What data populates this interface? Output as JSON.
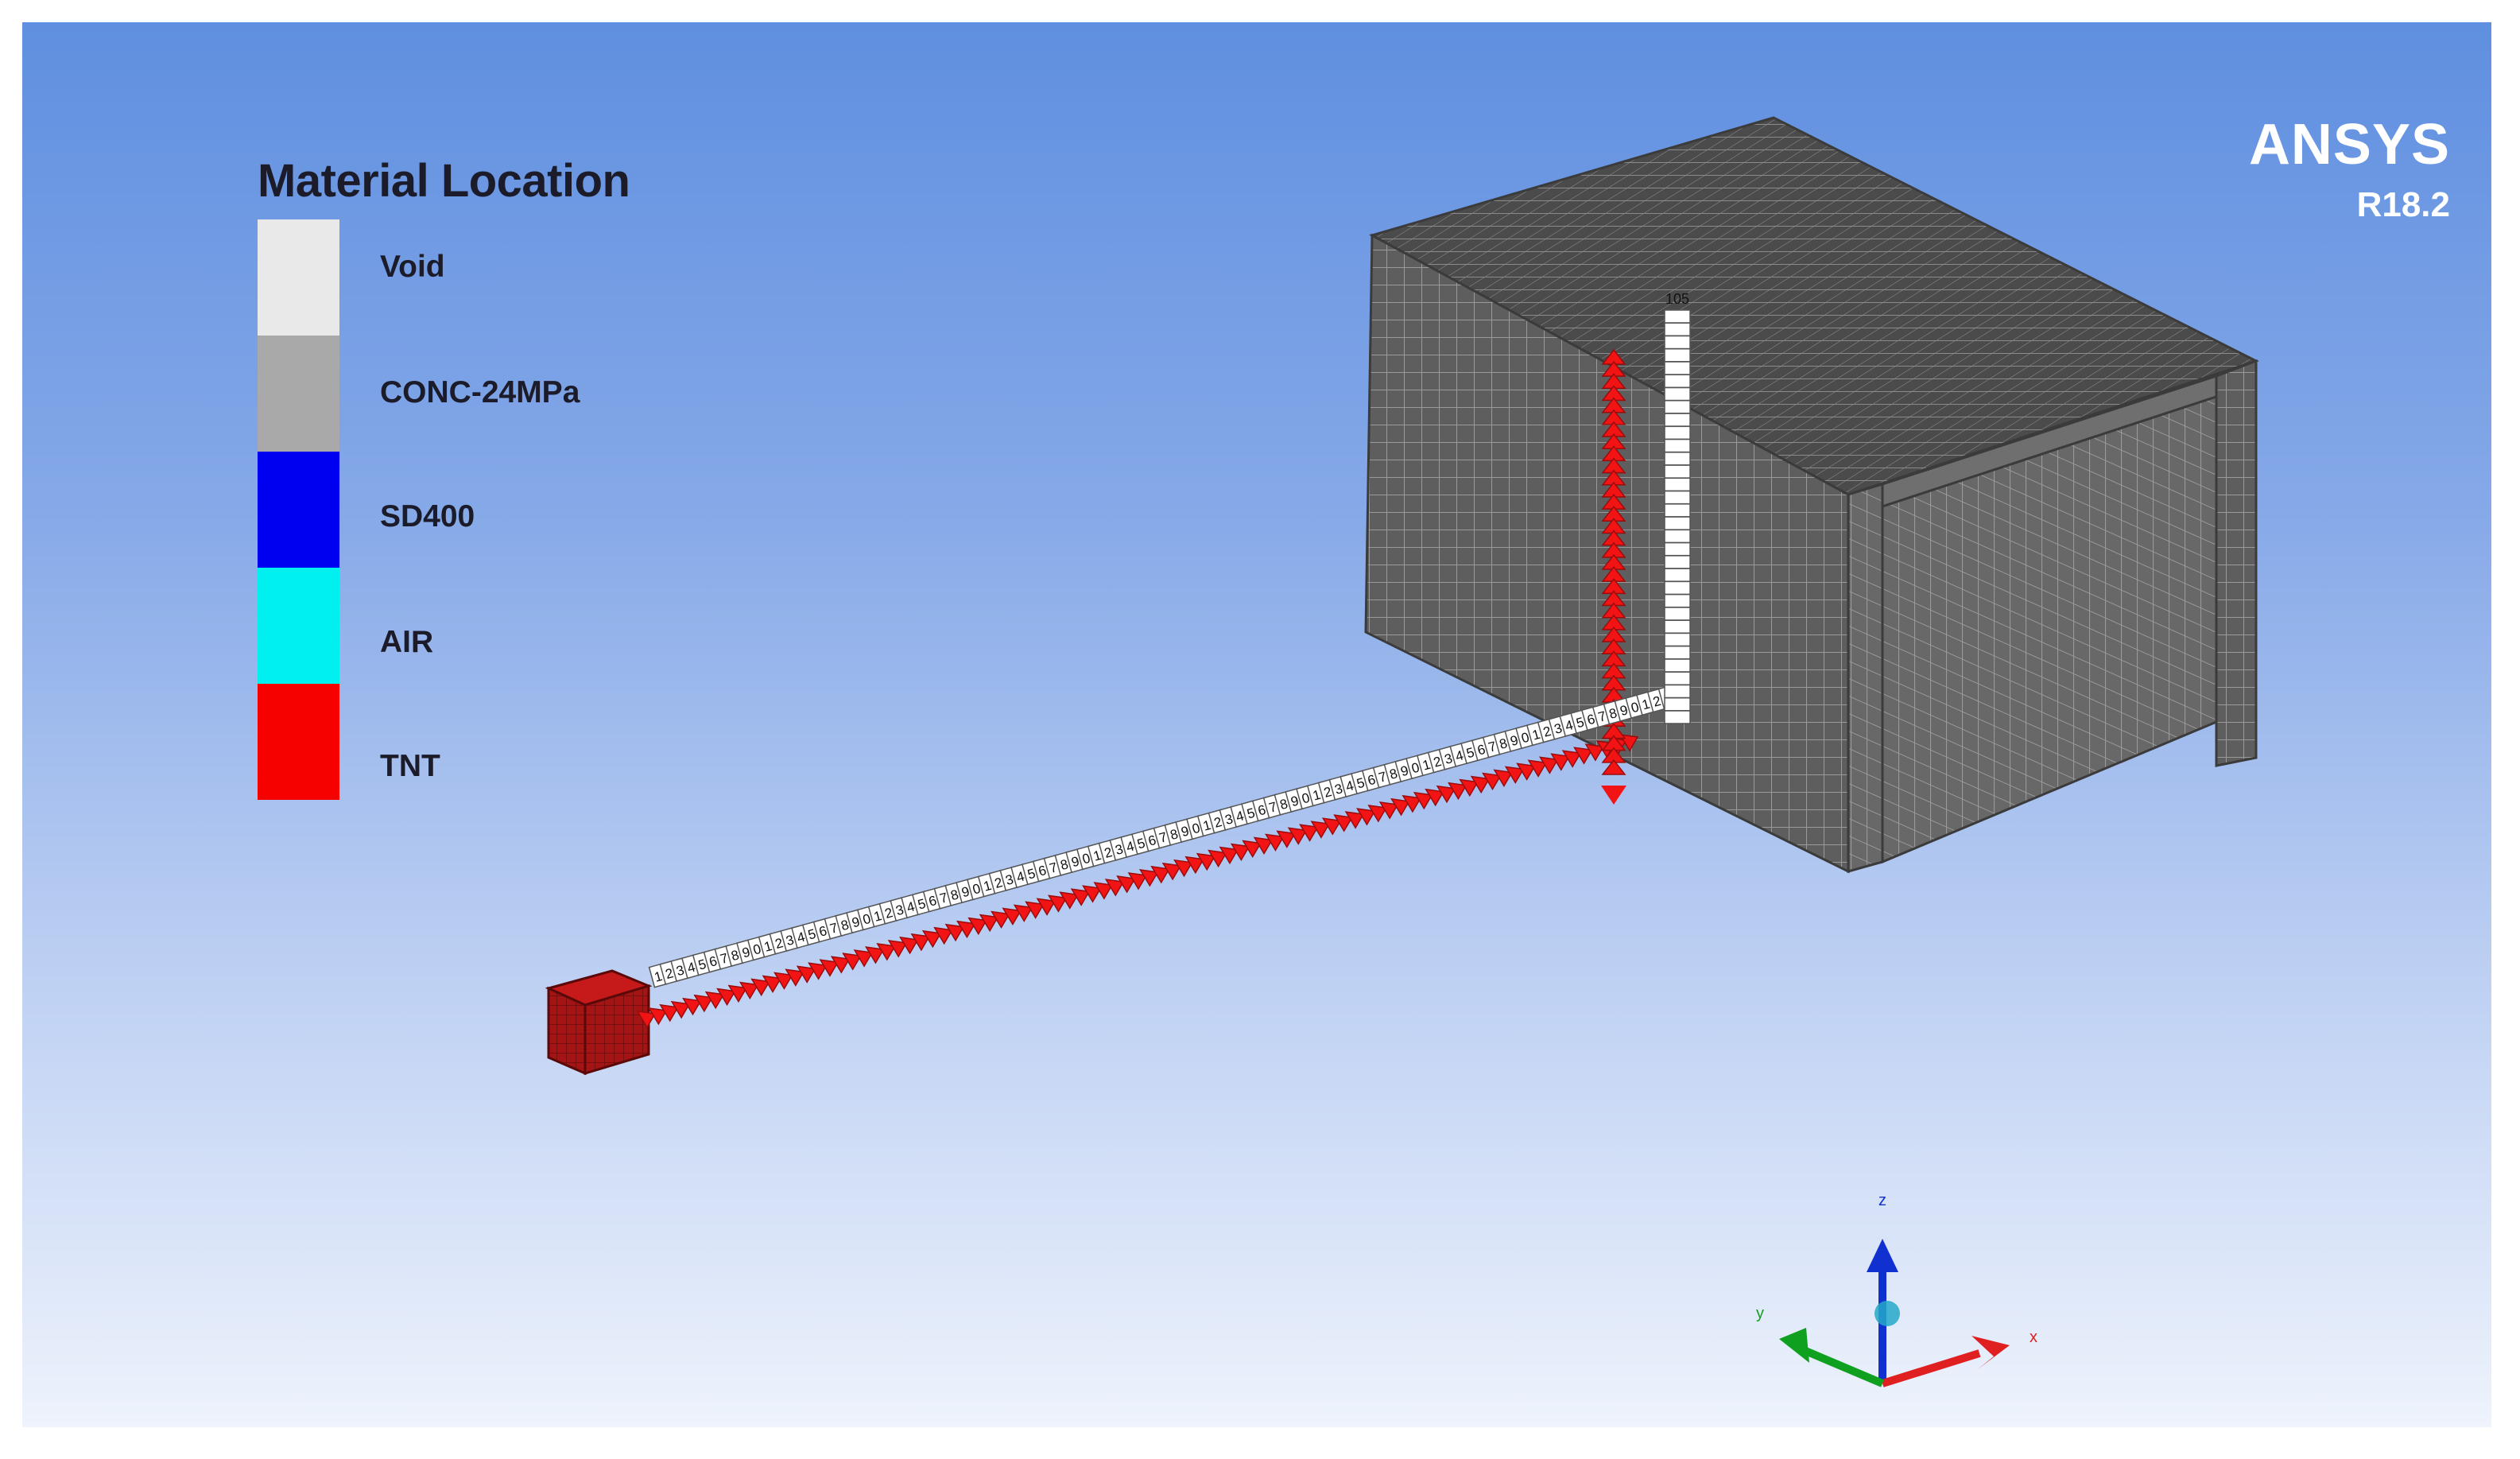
{
  "legend": {
    "title": "Material Location",
    "items": [
      {
        "label": "Void",
        "color": "#e9e9e9"
      },
      {
        "label": "CONC-24MPa",
        "color": "#a9a9a9"
      },
      {
        "label": "SD400",
        "color": "#0000f0"
      },
      {
        "label": "AIR",
        "color": "#00f0f0"
      },
      {
        "label": "TNT",
        "color": "#f70000"
      }
    ]
  },
  "brand": {
    "name": "ANSYS",
    "version": "R18.2"
  },
  "gauges": {
    "diagonal_label_sequence": "123456789012345678901234567890123456789012345678901234567890123456789012345678901234567890123",
    "vertical_label_top": "105"
  },
  "axes": {
    "x_label": "x",
    "y_label": "y",
    "z_label": "z"
  },
  "colors": {
    "tnt": "#f21414",
    "tnt_box": "#a51414",
    "mesh_front": "#5e5e5e",
    "mesh_top": "#4b4b4b",
    "mesh_side": "#6b6b6b",
    "grid_line": "#9a9a9a",
    "axis_x": "#e02020",
    "axis_y": "#10a020",
    "axis_z": "#1030d0"
  }
}
